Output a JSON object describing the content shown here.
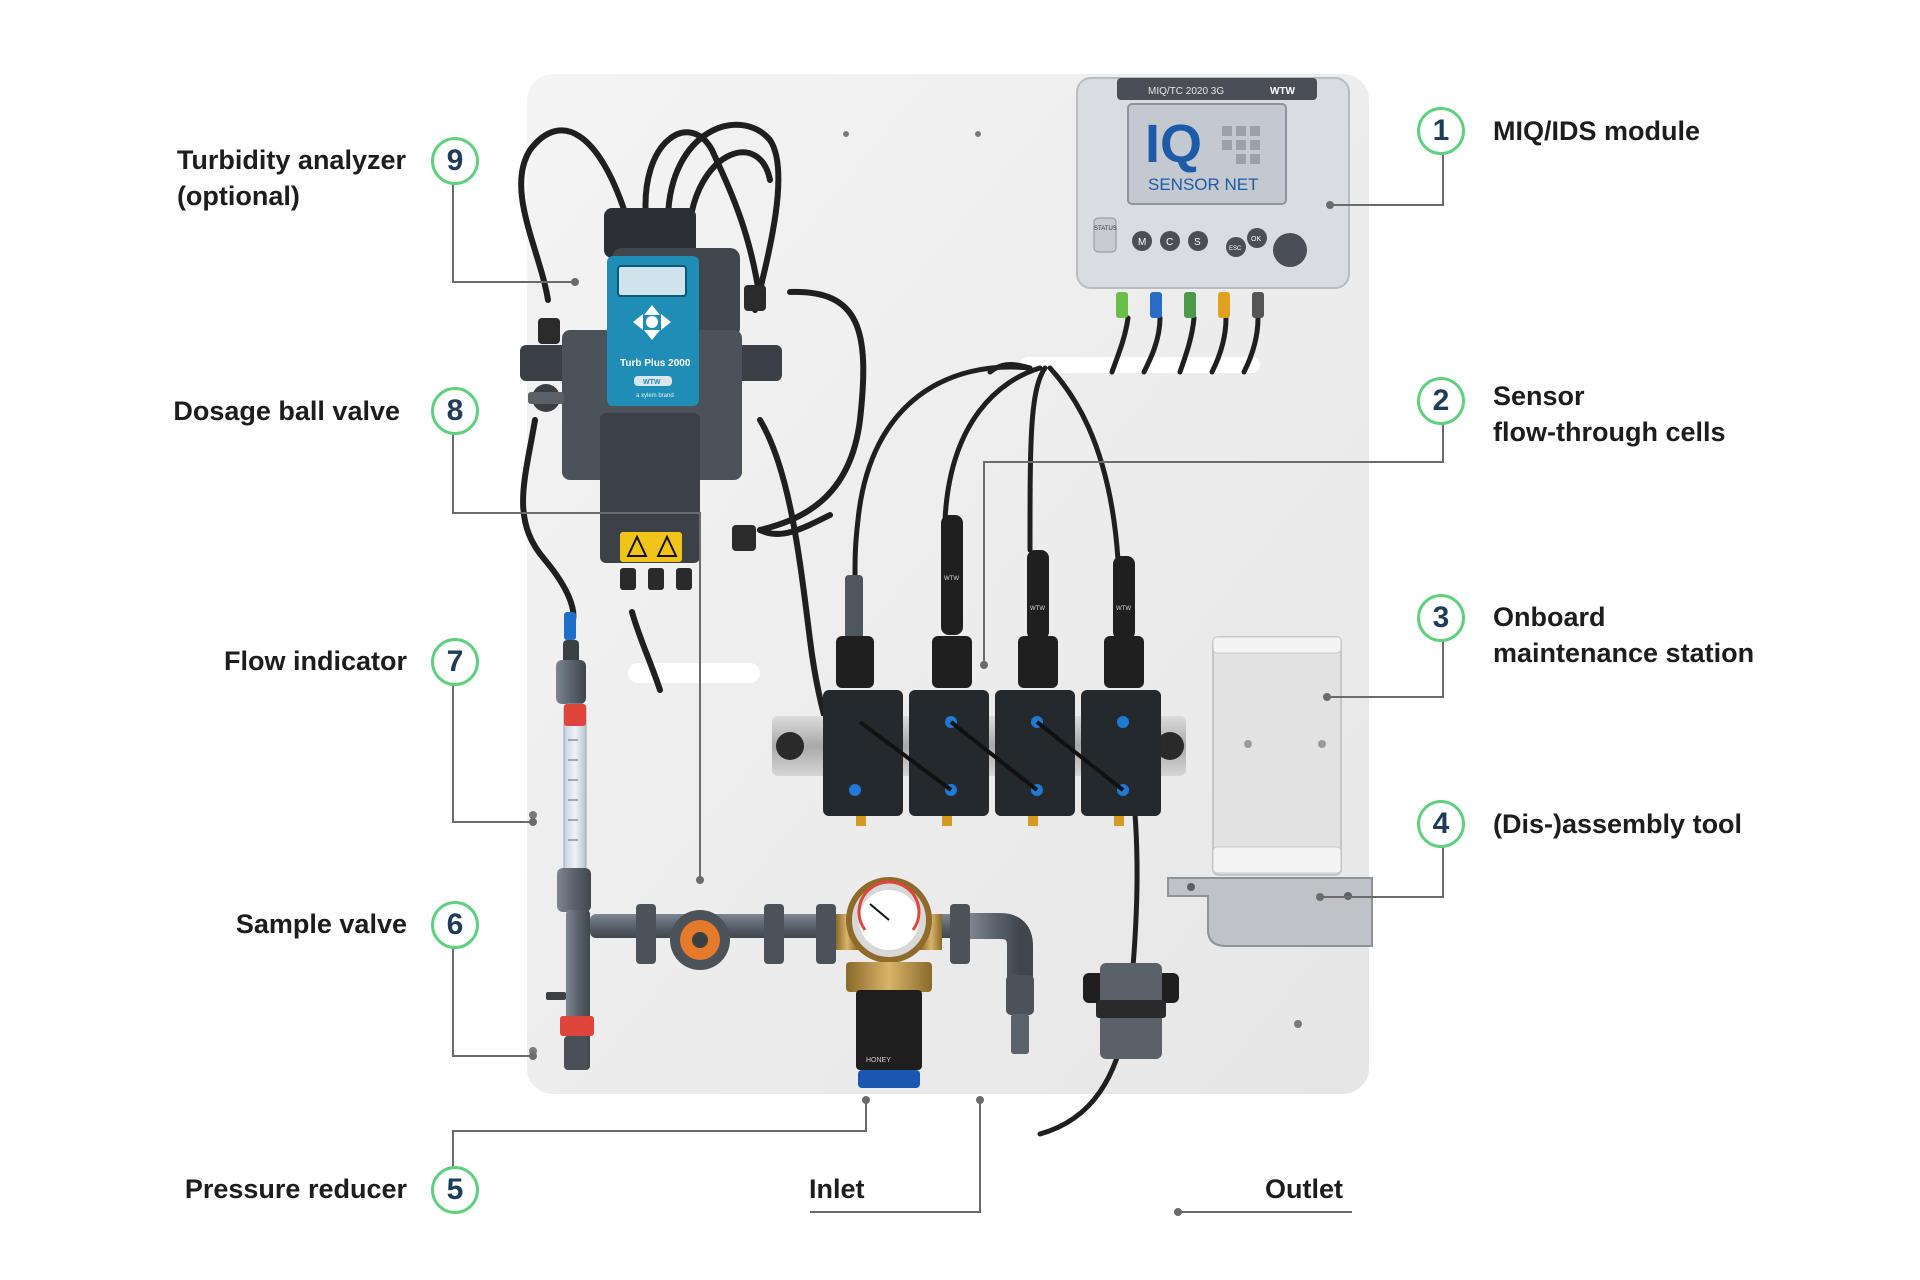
{
  "colors": {
    "badge_ring": "#5fd07e",
    "badge_text": "#1f3d5a",
    "leader": "#6b6b6b",
    "label_text": "#1d1d1d",
    "panel": "#eeeeee",
    "analyzer_blue": "#1f8db5",
    "fitting_blue": "#1565c0",
    "orange": "#e57b2a"
  },
  "callouts": [
    {
      "number": "1",
      "lines": [
        "MIQ/IDS module"
      ]
    },
    {
      "number": "2",
      "lines": [
        "Sensor",
        "flow-through cells"
      ]
    },
    {
      "number": "3",
      "lines": [
        "Onboard",
        "maintenance station"
      ]
    },
    {
      "number": "4",
      "lines": [
        "(Dis-)assembly tool"
      ]
    },
    {
      "number": "5",
      "lines": [
        "Pressure reducer"
      ]
    },
    {
      "number": "6",
      "lines": [
        "Sample valve"
      ]
    },
    {
      "number": "7",
      "lines": [
        "Flow indicator"
      ]
    },
    {
      "number": "8",
      "lines": [
        "Dosage ball valve"
      ]
    },
    {
      "number": "9",
      "lines": [
        "Turbidity analyzer",
        "(optional)"
      ]
    }
  ],
  "bottom_labels": {
    "inlet": "Inlet",
    "outlet": "Outlet"
  },
  "device_text": {
    "controller_logo_main": "IQ",
    "controller_logo_sub": "SENSOR NET",
    "controller_header": "MIQ/TC 2020 3G",
    "controller_brand": "WTW",
    "controller_status": "STATUS",
    "controller_keys": [
      "M",
      "C",
      "S",
      "ESC",
      "OK"
    ],
    "analyzer_model": "Turb Plus 2000",
    "analyzer_brand": "WTW",
    "analyzer_sub": "a xylem brand",
    "probe_labels": [
      "WTW",
      "WTW",
      "WTW"
    ],
    "reducer_label": "HONEY"
  }
}
